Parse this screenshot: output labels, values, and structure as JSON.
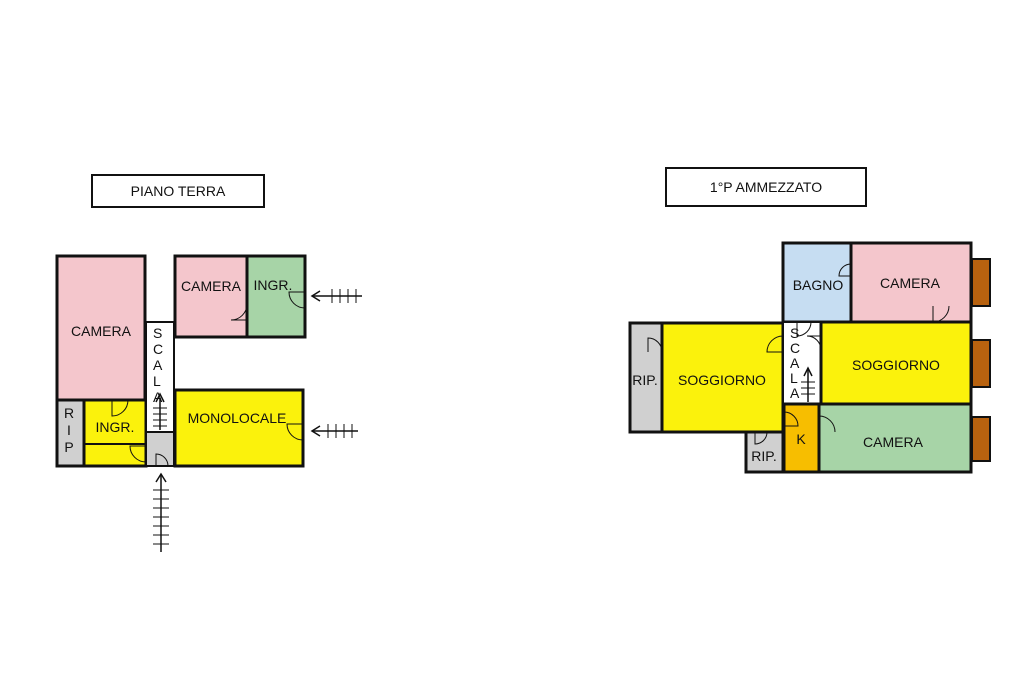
{
  "colors": {
    "pink": "#f4c6cc",
    "green": "#a7d4a7",
    "yellow": "#fbf20c",
    "gray": "#d0d0d0",
    "blue": "#c6ddf2",
    "orange": "#f7be00",
    "brown": "#b8620f",
    "white": "#ffffff"
  },
  "ground_floor": {
    "title": "PIANO TERRA",
    "labels": {
      "camera_large": "CAMERA",
      "camera_small": "CAMERA",
      "ingresso_top": "INGR.",
      "scala": [
        "S",
        "C",
        "A",
        "L",
        "A"
      ],
      "rip": [
        "R",
        "I",
        "P"
      ],
      "ingresso_bottom": "INGR.",
      "monolocale": "MONOLOCALE"
    }
  },
  "first_floor": {
    "title": "1°P AMMEZZATO",
    "labels": {
      "bagno": "BAGNO",
      "camera_top": "CAMERA",
      "rip_left": "RIP.",
      "soggiorno_left": "SOGGIORNO",
      "scala": [
        "S",
        "C",
        "A",
        "L",
        "A"
      ],
      "soggiorno_right": "SOGGIORNO",
      "rip_bottom": "RIP.",
      "kitchen": "K",
      "camera_bottom": "CAMERA"
    }
  }
}
